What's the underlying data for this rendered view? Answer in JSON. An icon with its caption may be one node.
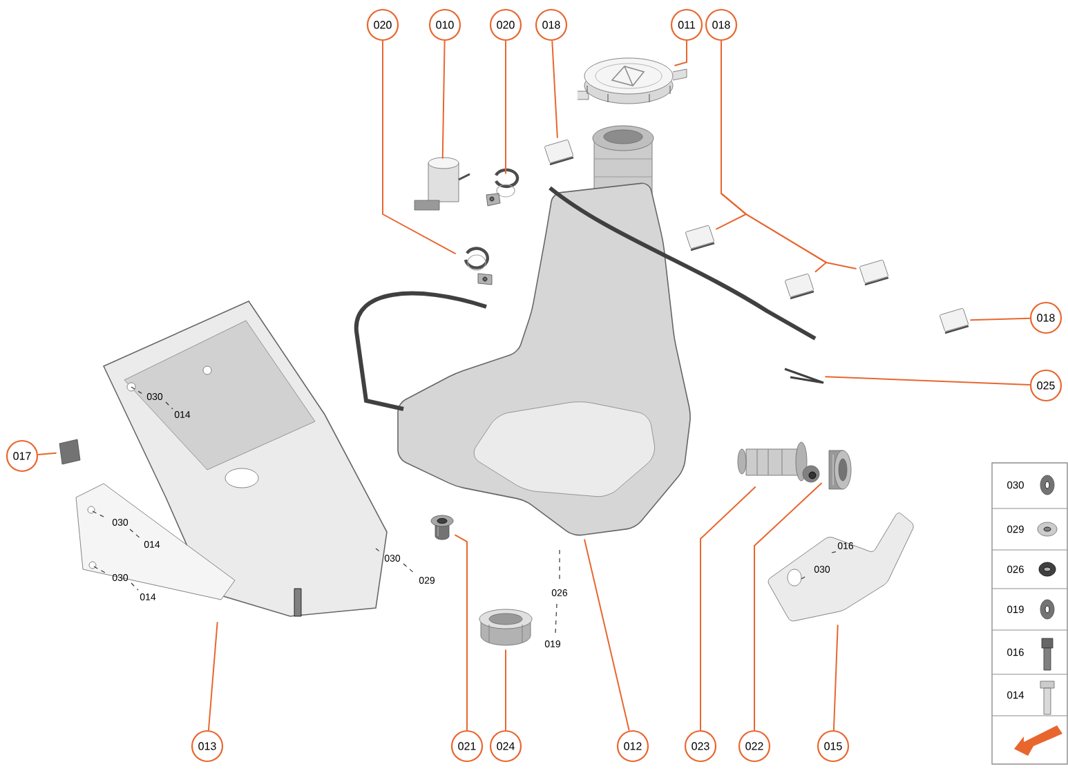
{
  "diagram": {
    "nodes": [
      {
        "text": [
          "020"
        ]
      },
      {
        "text": [
          "010"
        ]
      },
      {
        "text": [
          "020"
        ]
      },
      {
        "text": [
          "018"
        ]
      },
      {
        "text": [
          "011"
        ]
      },
      {
        "text": [
          "018"
        ]
      },
      {
        "text": [
          "018"
        ]
      },
      {
        "text": [
          "025"
        ]
      },
      {
        "text": [
          "017"
        ]
      },
      {
        "text": [
          "013"
        ]
      },
      {
        "text": [
          "021"
        ]
      },
      {
        "text": [
          "024"
        ]
      },
      {
        "text": [
          "012"
        ]
      },
      {
        "text": [
          "023"
        ]
      },
      {
        "text": [
          "022"
        ]
      },
      {
        "text": [
          "015"
        ]
      },
      {
        "text": [],
        "shape": "picture"
      },
      {
        "text": [],
        "shape": "picture"
      },
      {
        "text": [],
        "shape": "picture"
      },
      {
        "text": [],
        "shape": "picture"
      },
      {
        "text": [],
        "shape": "picture"
      },
      {
        "text": [],
        "shape": "picture"
      },
      {
        "text": [],
        "shape": "picture"
      },
      {
        "text": [],
        "shape": "picture"
      },
      {
        "text": [],
        "shape": "picture"
      },
      {
        "text": [],
        "shape": "picture"
      },
      {
        "text": [],
        "shape": "picture"
      },
      {
        "text": [],
        "shape": "picture"
      },
      {
        "text": [],
        "shape": "picture"
      },
      {
        "text": [],
        "shape": "picture"
      },
      {
        "text": [],
        "shape": "picture"
      },
      {
        "text": [],
        "shape": "picture"
      },
      {
        "text": [],
        "shape": "picture"
      },
      {
        "text": [],
        "shape": "picture"
      }
    ],
    "edges": [
      {
        "from": 0,
        "to": 20,
        "arrow": "none"
      },
      {
        "from": 1,
        "to": 18,
        "arrow": "none"
      },
      {
        "from": 2,
        "to": 19,
        "arrow": "none"
      },
      {
        "from": 3,
        "to": 17,
        "arrow": "none"
      },
      {
        "from": 4,
        "to": 16,
        "arrow": "none"
      },
      {
        "from": 5,
        "to": 22,
        "arrow": "none"
      },
      {
        "from": 5,
        "to": 23,
        "arrow": "none"
      },
      {
        "from": 5,
        "to": 24,
        "arrow": "none"
      },
      {
        "from": 6,
        "to": 25,
        "arrow": "none"
      },
      {
        "from": 7,
        "to": 26,
        "arrow": "none"
      },
      {
        "from": 8,
        "to": 27,
        "arrow": "none"
      },
      {
        "from": 9,
        "to": 28,
        "arrow": "none"
      },
      {
        "from": 10,
        "to": 29,
        "arrow": "none"
      },
      {
        "from": 11,
        "to": 30,
        "arrow": "none"
      },
      {
        "from": 12,
        "to": 21,
        "arrow": "none"
      },
      {
        "from": 13,
        "to": 31,
        "arrow": "none"
      },
      {
        "from": 14,
        "to": 32,
        "arrow": "none"
      },
      {
        "from": 15,
        "to": 33,
        "arrow": "none"
      }
    ],
    "labels": [
      "030",
      "014",
      "030",
      "014",
      "016",
      "030",
      "030",
      "029",
      "030",
      "026",
      "014",
      "019"
    ],
    "legend": [
      {
        "text": "030"
      },
      {
        "text": "029"
      },
      {
        "text": "026"
      },
      {
        "text": "019"
      },
      {
        "text": "016"
      },
      {
        "text": "014"
      }
    ]
  }
}
